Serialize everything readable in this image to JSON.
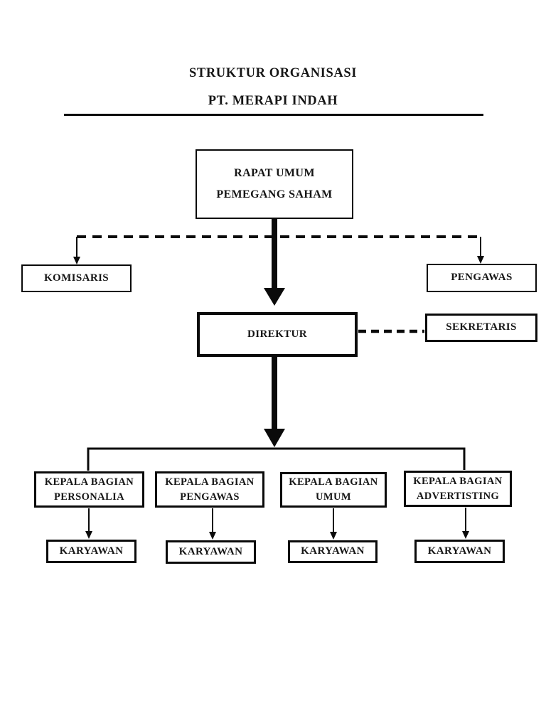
{
  "title": {
    "line1": "STRUKTUR ORGANISASI",
    "line2": "PT. MERAPI INDAH"
  },
  "nodes": {
    "rapat": {
      "line1": "RAPAT UMUM",
      "line2": "PEMEGANG SAHAM"
    },
    "komisaris": {
      "label": "KOMISARIS"
    },
    "pengawas": {
      "label": "PENGAWAS"
    },
    "direktur": {
      "label": "DIREKTUR"
    },
    "sekretaris": {
      "label": "SEKRETARIS"
    },
    "kepala_personalia": {
      "line1": "KEPALA BAGIAN",
      "line2": "PERSONALIA"
    },
    "kepala_pengawas": {
      "line1": "KEPALA BAGIAN",
      "line2": "PENGAWAS"
    },
    "kepala_umum": {
      "line1": "KEPALA BAGIAN",
      "line2": "UMUM"
    },
    "kepala_advertisting": {
      "line1": "KEPALA BAGIAN",
      "line2": "ADVERTISTING"
    },
    "karyawan_1": {
      "label": "KARYAWAN"
    },
    "karyawan_2": {
      "label": "KARYAWAN"
    },
    "karyawan_3": {
      "label": "KARYAWAN"
    },
    "karyawan_4": {
      "label": "KARYAWAN"
    }
  },
  "edges": [
    {
      "from": "rapat",
      "to": "direktur",
      "style": "thick-solid-arrow"
    },
    {
      "from": "rapat",
      "to": "komisaris",
      "style": "dashed-arrow"
    },
    {
      "from": "rapat",
      "to": "pengawas",
      "style": "dashed-arrow"
    },
    {
      "from": "direktur",
      "to": "sekretaris",
      "style": "dashed-line"
    },
    {
      "from": "direktur",
      "to": "kepala_personalia",
      "style": "thick-arrow-then-line"
    },
    {
      "from": "direktur",
      "to": "kepala_pengawas",
      "style": "thick-arrow-then-line"
    },
    {
      "from": "direktur",
      "to": "kepala_umum",
      "style": "thick-arrow-then-line"
    },
    {
      "from": "direktur",
      "to": "kepala_advertisting",
      "style": "thick-arrow-then-line"
    },
    {
      "from": "kepala_personalia",
      "to": "karyawan_1",
      "style": "thin-arrow"
    },
    {
      "from": "kepala_pengawas",
      "to": "karyawan_2",
      "style": "thin-arrow"
    },
    {
      "from": "kepala_umum",
      "to": "karyawan_3",
      "style": "thin-arrow"
    },
    {
      "from": "kepala_advertisting",
      "to": "karyawan_4",
      "style": "thin-arrow"
    }
  ],
  "colors": {
    "ink": "#0a0a0a",
    "paper": "#ffffff"
  }
}
